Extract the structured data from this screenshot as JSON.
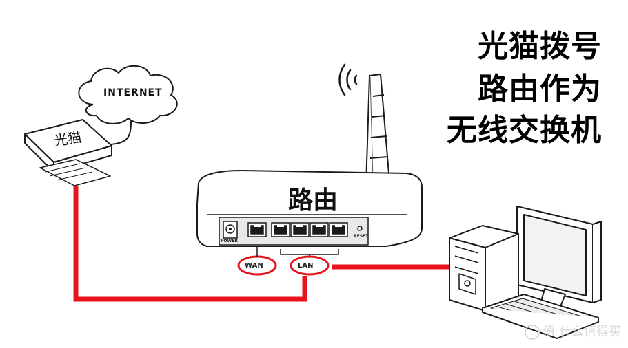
{
  "title": {
    "line1": "光猫拨号",
    "line2": "路由作为",
    "line3": "无线交换机"
  },
  "labels": {
    "internet": "INTERNET",
    "modem": "光猫",
    "router": "路由",
    "wan": "WAN",
    "lan": "LAN",
    "power": "POWER",
    "reset": "RESET"
  },
  "watermark": "值 什么值得买",
  "colors": {
    "cable": "#e8141b",
    "line": "#1a1a1a"
  }
}
